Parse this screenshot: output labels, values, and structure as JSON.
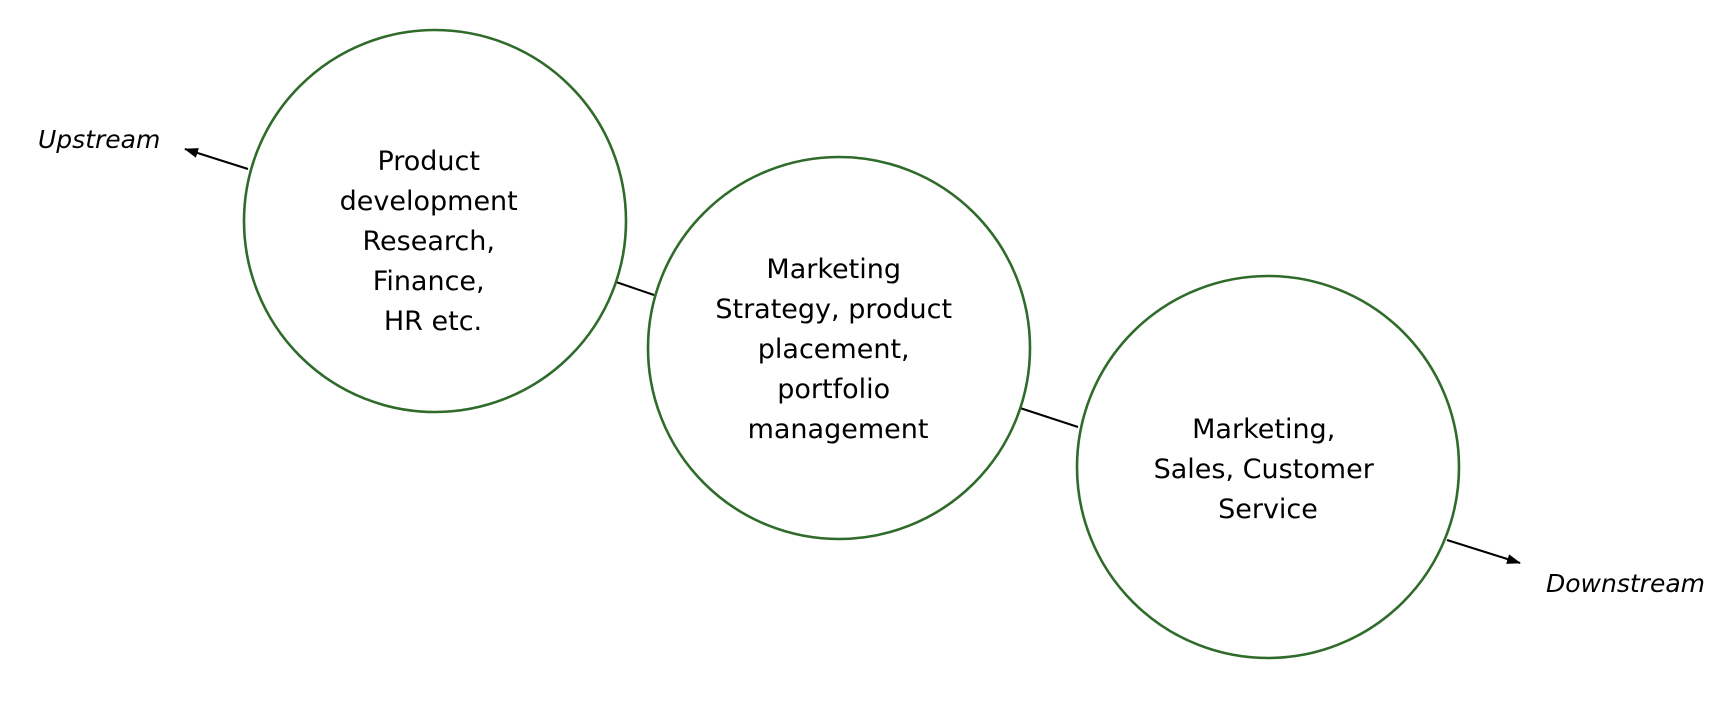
{
  "diagram": {
    "labels": {
      "upstream": "Upstream",
      "downstream": "Downstream"
    },
    "nodes": [
      {
        "id": "product-development",
        "lines": [
          "Product",
          "development",
          "Research,",
          "Finance,",
          "HR etc."
        ]
      },
      {
        "id": "marketing-strategy",
        "lines": [
          "Marketing",
          "Strategy, product",
          "placement,",
          "portfolio",
          "management"
        ]
      },
      {
        "id": "marketing-sales",
        "lines": [
          "Marketing,",
          "Sales, Customer",
          "Service"
        ]
      }
    ],
    "colors": {
      "circle_stroke": "#2f6b2a",
      "connector": "#000000",
      "text": "#000000"
    }
  }
}
